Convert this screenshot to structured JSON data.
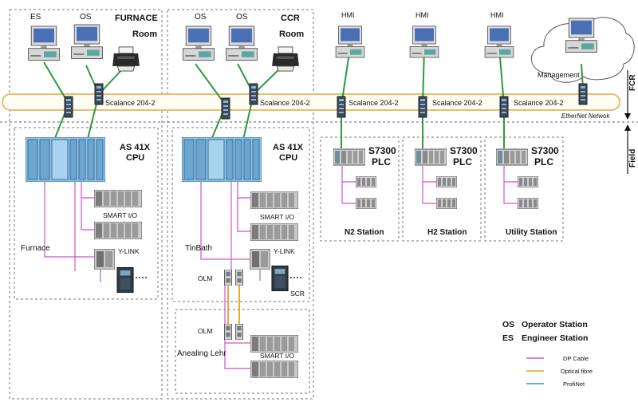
{
  "areas": {
    "furnace_room": {
      "line1": "FURNACE",
      "line2": "Room"
    },
    "ccr_room": {
      "line1": "CCR",
      "line2": "Room"
    }
  },
  "workstations": {
    "es": "ES",
    "os": "OS",
    "hmi": "HMI",
    "management": "Management"
  },
  "network": {
    "scalance": "Scalance 204-2",
    "ethernet": "EtherNet  Netwok",
    "fcr": "FCR",
    "field": "Field"
  },
  "controllers": {
    "as_line1": "AS 41X",
    "as_line2": "CPU",
    "plc_line1": "S7300",
    "plc_line2": "PLC"
  },
  "io": {
    "smart_io": "SMART I/O",
    "y_link": "Y-LINK",
    "olm": "OLM",
    "scr": "SCR"
  },
  "sections": {
    "furnace": "Furnace",
    "tinbath": "TinBath",
    "annealing": "Anealing Lehr"
  },
  "stations": {
    "n2": "N2 Station",
    "h2": "H2 Station",
    "utility": "Utility Station"
  },
  "abbreviations": [
    {
      "abbr": "OS",
      "text": "Operator Station"
    },
    {
      "abbr": "ES",
      "text": "Engineer Station"
    }
  ],
  "legend": [
    {
      "label": "DP Cable",
      "color": "#cc55cc"
    },
    {
      "label": "Optical  fibre",
      "color": "#e8a020"
    },
    {
      "label": "ProfiNet",
      "color": "#3aa070"
    }
  ],
  "colors": {
    "dp": "#cc55cc",
    "fiber": "#e8a020",
    "profinet": "#2e9a3a",
    "ring": "#e2c070",
    "cpu_blue": "#8fc3e8"
  }
}
